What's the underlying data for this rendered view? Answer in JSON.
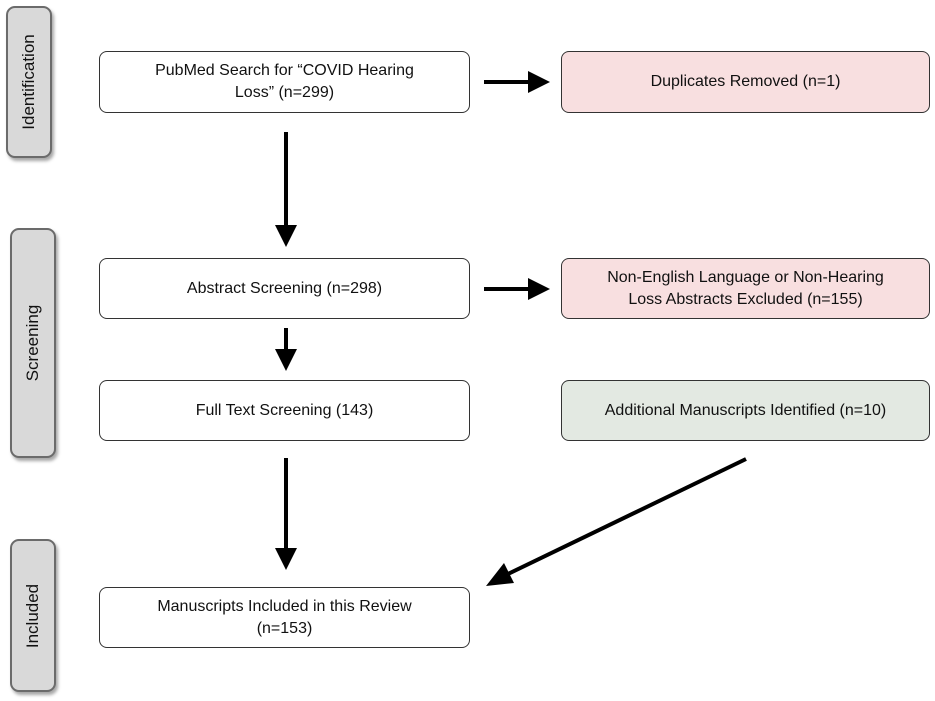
{
  "stages": {
    "identification": "Identification",
    "screening": "Screening",
    "included": "Included"
  },
  "boxes": {
    "pubmed_search_line1": "PubMed Search for “COVID Hearing",
    "pubmed_search_line2": "Loss” (n=299)",
    "duplicates_removed": "Duplicates Removed (n=1)",
    "abstract_screening": "Abstract Screening (n=298)",
    "abstracts_excluded_line1": "Non-English Language or Non-Hearing",
    "abstracts_excluded_line2": "Loss Abstracts Excluded (n=155)",
    "full_text_screening": "Full Text Screening (143)",
    "additional_manuscripts": "Additional Manuscripts Identified (n=10)",
    "manuscripts_included_line1": "Manuscripts Included in this Review",
    "manuscripts_included_line2": "(n=153)"
  },
  "colors": {
    "excluded_fill": "#f8dfe0",
    "added_fill": "#e3e9e2",
    "stage_fill": "#d9d9d9",
    "arrow": "#000000"
  }
}
